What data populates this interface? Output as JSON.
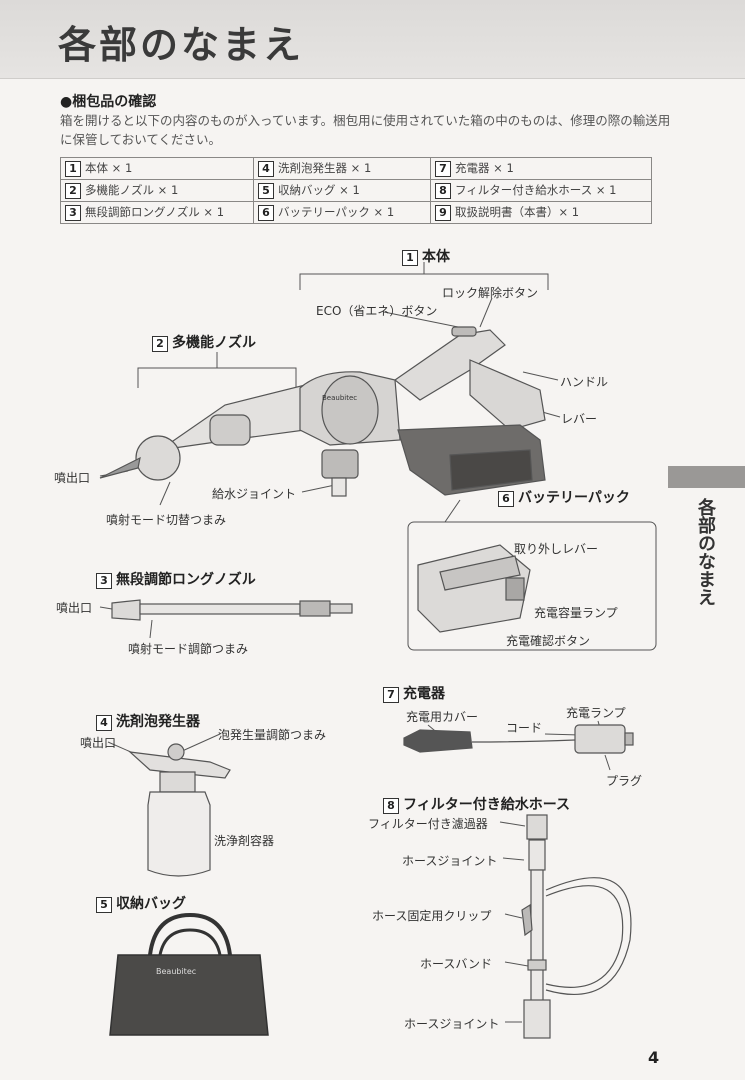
{
  "page": {
    "title": "各部のなまえ",
    "side_tab_label": "各部のなまえ",
    "page_number": "4"
  },
  "package_check": {
    "title": "●梱包品の確認",
    "intro": "箱を開けると以下の内容のものが入っています。梱包用に使用されていた箱の中のものは、修理の際の輸送用に保管しておいてください。",
    "items": [
      {
        "num": "1",
        "label": "本体 × 1"
      },
      {
        "num": "2",
        "label": "多機能ノズル × 1"
      },
      {
        "num": "3",
        "label": "無段調節ロングノズル × 1"
      },
      {
        "num": "4",
        "label": "洗剤泡発生器 × 1"
      },
      {
        "num": "5",
        "label": "収納バッグ × 1"
      },
      {
        "num": "6",
        "label": "バッテリーパック × 1"
      },
      {
        "num": "7",
        "label": "充電器 × 1"
      },
      {
        "num": "8",
        "label": "フィルター付き給水ホース × 1"
      },
      {
        "num": "9",
        "label": "取扱説明書（本書）× 1"
      }
    ]
  },
  "diagram": {
    "main_body": {
      "num": "1",
      "title": "本体",
      "labels": {
        "eco": "ECO（省エネ）ボタン",
        "lock": "ロック解除ボタン",
        "handle": "ハンドル",
        "lever": "レバー",
        "water_joint": "給水ジョイント",
        "brand": "Beaubitec"
      }
    },
    "multi_nozzle": {
      "num": "2",
      "title": "多機能ノズル",
      "labels": {
        "outlet": "噴出口",
        "mode_knob": "噴射モード切替つまみ"
      }
    },
    "battery": {
      "num": "6",
      "title": "バッテリーパック",
      "labels": {
        "release_lever": "取り外しレバー",
        "charge_lamp": "充電容量ランプ",
        "check_button": "充電確認ボタン"
      }
    },
    "long_nozzle": {
      "num": "3",
      "title": "無段調節ロングノズル",
      "labels": {
        "outlet": "噴出口",
        "mode_knob": "噴射モード調節つまみ"
      }
    },
    "foam": {
      "num": "4",
      "title": "洗剤泡発生器",
      "labels": {
        "outlet": "噴出口",
        "foam_knob": "泡発生量調節つまみ",
        "container": "洗浄剤容器"
      }
    },
    "charger": {
      "num": "7",
      "title": "充電器",
      "labels": {
        "cover": "充電用カバー",
        "cord": "コード",
        "lamp": "充電ランプ",
        "plug": "プラグ"
      }
    },
    "hose": {
      "num": "8",
      "title": "フィルター付き給水ホース",
      "labels": {
        "filter": "フィルター付き濾過器",
        "joint_top": "ホースジョイント",
        "clip": "ホース固定用クリップ",
        "band": "ホースバンド",
        "joint_bottom": "ホースジョイント"
      }
    },
    "bag": {
      "num": "5",
      "title": "収納バッグ",
      "labels": {
        "brand": "Beaubitec"
      }
    }
  }
}
